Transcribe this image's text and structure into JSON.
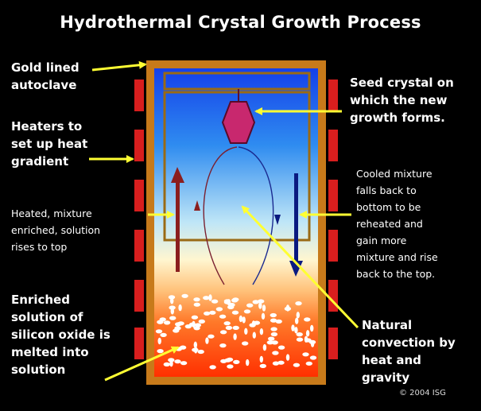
{
  "title": "Hydrothermal Crystal Growth Process",
  "labels": {
    "gold_lined": "Gold lined\nautoclave",
    "heaters": "Heaters to\nset up heat\ngradient",
    "heated_mixture": "Heated, mixture\nenriched, solution\nrises to top",
    "enriched_solution": "Enriched\nsolution of\nsilicon oxide is\nmelted into\nsolution",
    "seed_crystal": "Seed crystal on\nwhich the new\ngrowth forms.",
    "cooled_mixture": "Cooled mixture\nfalls back to\nbottom to be\nreheated and\ngain more\nmixture and rise\nback to the top.",
    "natural_convection": "Natural\nconvection by\nheat and\ngravity"
  },
  "copyright": "© 2004 ISG",
  "colors": {
    "background": "#000000",
    "autoclave_wall": "#c77a1a",
    "heater": "#d81e1e",
    "pointer_arrow": "#ffff33",
    "crystal": "#c8286e",
    "hot_arrow": "#8b1e1e",
    "cold_arrow": "#0a1a80",
    "top_solution": "#1540e8",
    "bottom_solution": "#ff3a00"
  },
  "icons": [
    "seed-crystal-icon",
    "rising-arrow-icon",
    "falling-arrow-icon",
    "pointer-arrow-icon"
  ]
}
